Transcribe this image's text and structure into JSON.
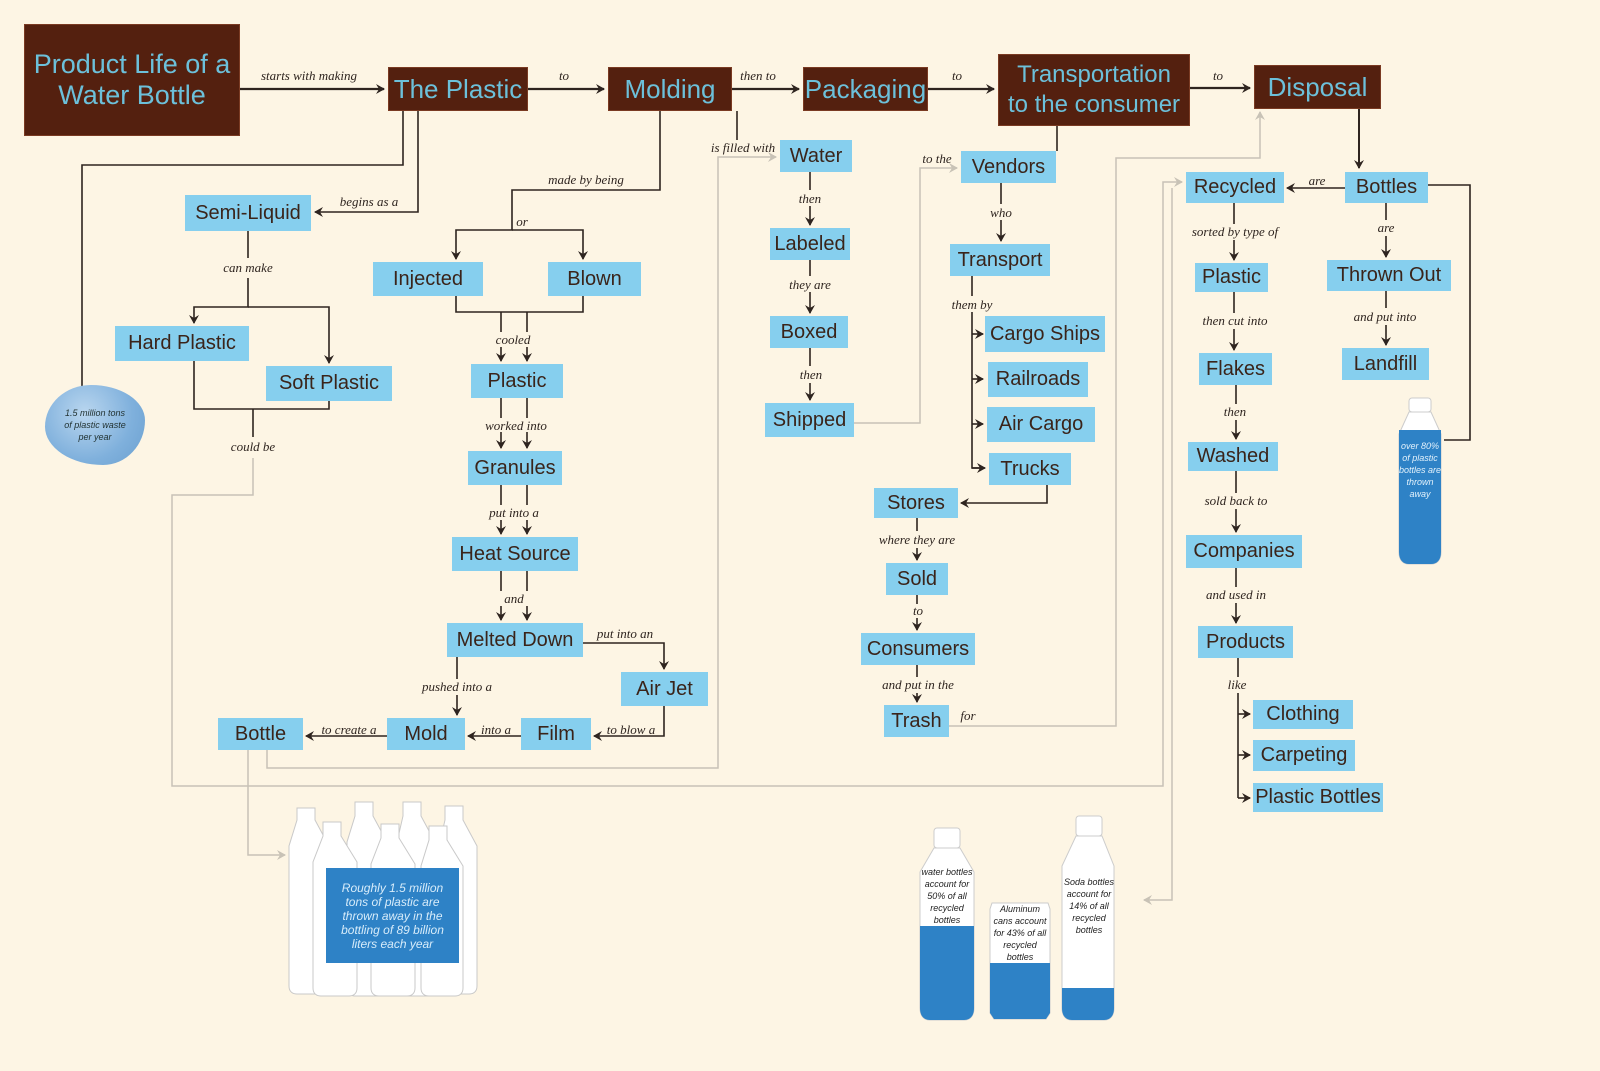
{
  "title": "Product Life of a Water Bottle",
  "colors": {
    "background": "#fdf5e4",
    "main_box": "#54200f",
    "main_text": "#6cc0da",
    "sub_box": "#86cfee",
    "sub_text": "#3a241a",
    "connector": "#2e241f",
    "feedback_connector": "#c8c2b6",
    "stat_blue": "#2e82c6"
  },
  "main_stages": [
    {
      "id": "title",
      "label": "Product Life of a\nWater Bottle"
    },
    {
      "id": "plastic",
      "label": "The Plastic"
    },
    {
      "id": "molding",
      "label": "Molding"
    },
    {
      "id": "packaging",
      "label": "Packaging"
    },
    {
      "id": "transport",
      "label": "Transportation\nto the consumer"
    },
    {
      "id": "disposal",
      "label": "Disposal"
    }
  ],
  "main_links": [
    {
      "from": "title",
      "to": "plastic",
      "label": "starts with making"
    },
    {
      "from": "plastic",
      "to": "molding",
      "label": "to"
    },
    {
      "from": "molding",
      "to": "packaging",
      "label": "then to"
    },
    {
      "from": "packaging",
      "to": "transport",
      "label": "to"
    },
    {
      "from": "transport",
      "to": "disposal",
      "label": "to"
    }
  ],
  "nodes": {
    "semi_liquid": "Semi-Liquid",
    "hard_plastic": "Hard Plastic",
    "soft_plastic": "Soft Plastic",
    "injected": "Injected",
    "blown": "Blown",
    "plastic2": "Plastic",
    "granules": "Granules",
    "heat_source": "Heat Source",
    "melted_down": "Melted Down",
    "air_jet": "Air Jet",
    "film": "Film",
    "mold": "Mold",
    "bottle": "Bottle",
    "water": "Water",
    "labeled": "Labeled",
    "boxed": "Boxed",
    "shipped": "Shipped",
    "vendors": "Vendors",
    "transport_node": "Transport",
    "cargo_ships": "Cargo Ships",
    "railroads": "Railroads",
    "air_cargo": "Air Cargo",
    "trucks": "Trucks",
    "stores": "Stores",
    "sold": "Sold",
    "consumers": "Consumers",
    "trash": "Trash",
    "recycled": "Recycled",
    "bottles": "Bottles",
    "plastic3": "Plastic",
    "flakes": "Flakes",
    "washed": "Washed",
    "companies": "Companies",
    "products": "Products",
    "clothing": "Clothing",
    "carpeting": "Carpeting",
    "plastic_bottles": "Plastic Bottles",
    "thrown_out": "Thrown Out",
    "landfill": "Landfill"
  },
  "edge_labels": {
    "begins_as_a": "begins as a",
    "can_make": "can make",
    "could_be": "could be",
    "made_by_being": "made by being",
    "or": "or",
    "cooled": "cooled",
    "worked_into": "worked into",
    "put_into_a": "put into a",
    "and": "and",
    "put_into_an": "put into an",
    "pushed_into_a": "pushed into a",
    "to_blow_a": "to blow a",
    "into_a": "into a",
    "to_create_a": "to create a",
    "is_filled_with": "is filled with",
    "then1": "then",
    "they_are": "they are",
    "then2": "then",
    "to_the": "to the",
    "who": "who",
    "them_by": "them by",
    "where_they_are": "where they are",
    "to": "to",
    "and_put_in_the": "and put in the",
    "for": "for",
    "are_recycled": "are",
    "are_thrown": "are",
    "sorted_by_type_of": "sorted by type of",
    "then_cut_into": "then cut into",
    "then3": "then",
    "sold_back_to": "sold back to",
    "and_used_in": "and used in",
    "like": "like",
    "and_put_into": "and put into"
  },
  "annotations": {
    "waste_blob": "1.5 million tons\nof plastic waste\nper year",
    "bottling_box": "Roughly 1.5 million tons of plastic are thrown away in the bottling of 89 billion liters each year",
    "thrown_away_bottle": "over 80%\nof plastic\nbottles are\nthrown\naway",
    "water_bottle_stat": "water bottles\naccount for\n50% of all\nrecycled\nbottles",
    "aluminum_stat": "Aluminum\ncans account\nfor 43% of all\nrecycled\nbottles",
    "soda_stat": "Soda bottles\naccount for\n14% of all\nrecycled\nbottles"
  },
  "stats": {
    "thrown_away_pct": 80,
    "water_bottles_recycled_pct": 50,
    "aluminum_cans_recycled_pct": 43,
    "soda_bottles_recycled_pct": 14
  }
}
